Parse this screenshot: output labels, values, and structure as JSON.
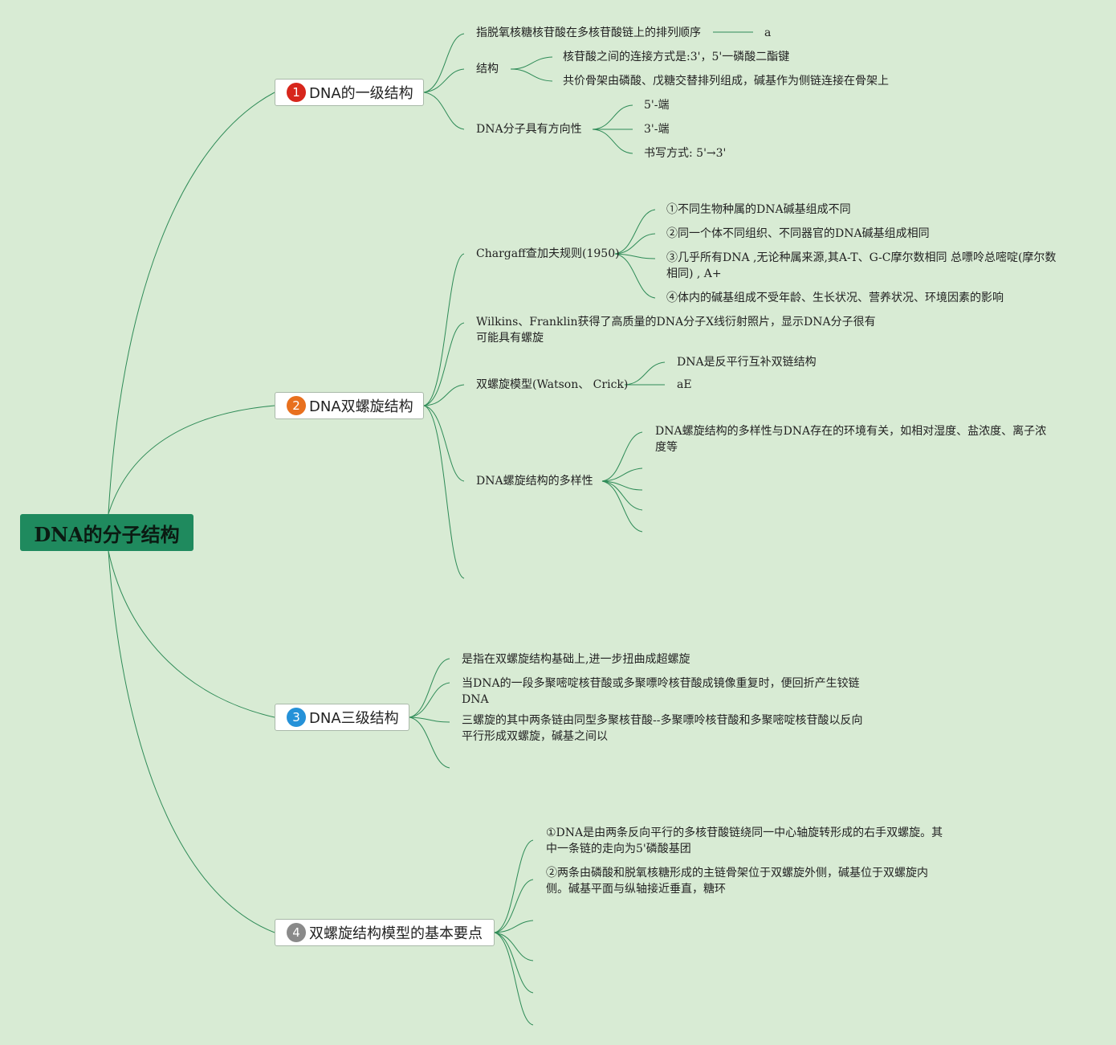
{
  "root": "DNA的分子结构",
  "colors": {
    "background": "#d8ebd4",
    "root": "#1f8a5e",
    "line": "#2e8b57"
  },
  "topics": [
    {
      "num": "1",
      "label": "DNA的一级结构",
      "badge_color": "#d7261c"
    },
    {
      "num": "2",
      "label": "DNA双螺旋结构",
      "badge_color": "#e8701e"
    },
    {
      "num": "3",
      "label": "DNA三级结构",
      "badge_color": "#2591d8"
    },
    {
      "num": "4",
      "label": "双螺旋结构模型的基本要点",
      "badge_color": "#8a8a8a"
    }
  ],
  "t1": {
    "seq": "指脱氧核糖核苷酸在多核苷酸链上的排列顺序",
    "seq_child": "a",
    "struct": "结构",
    "struct_items": [
      "核苷酸之间的连接方式是:3'，5'一磷酸二酯键",
      "共价骨架由磷酸、戊糖交替排列组成，碱基作为侧链连接在骨架上"
    ],
    "dir": "DNA分子具有方向性",
    "dir_items": [
      "5'-端",
      "3'-端",
      "书写方式: 5'→3'"
    ]
  },
  "t2": {
    "chargaff": "Chargaff查加夫规则(1950)",
    "chargaff_items": [
      "①不同生物种属的DNA碱基组成不同",
      "②同一个体不同组织、不同器官的DNA碱基组成相同",
      "③几乎所有DNA ,无论种属来源,其A-T、G-C摩尔数相同 总嘌呤总嘧啶(摩尔数相同) , A+",
      "④体内的碱基组成不受年龄、生长状况、营养状况、环境因素的影响"
    ],
    "wilkins": "Wilkins、Franklin获得了高质量的DNA分子X线衍射照片，显示DNA分子很有可能具有螺旋",
    "model": "双螺旋模型(Watson、 Crick)",
    "model_items": [
      "DNA是反平行互补双链结构",
      "aE"
    ],
    "diversity": "DNA螺旋结构的多样性",
    "diversity_items": [
      "DNA螺旋结构的多样性与DNA存在的环境有关，如相对湿度、盐浓度、离子浓度等"
    ]
  },
  "t3": {
    "items": [
      "是指在双螺旋结构基础上,进一步扭曲成超螺旋",
      "当DNA的一段多聚嘧啶核苷酸或多聚嘌呤核苷酸成镜像重复时，便回折产生铰链DNA",
      "三螺旋的其中两条链由同型多聚核苷酸--多聚嘌呤核苷酸和多聚嘧啶核苷酸以反向平行形成双螺旋，碱基之间以"
    ]
  },
  "t4": {
    "items": [
      "①DNA是由两条反向平行的多核苷酸链绕同一中心轴旋转形成的右手双螺旋。其中一条链的走向为5'磷酸基团",
      "②两条由磷酸和脱氧核糖形成的主链骨架位于双螺旋外侧，碱基位于双螺旋内侧。碱基平面与纵轴接近垂直，糖环"
    ]
  }
}
